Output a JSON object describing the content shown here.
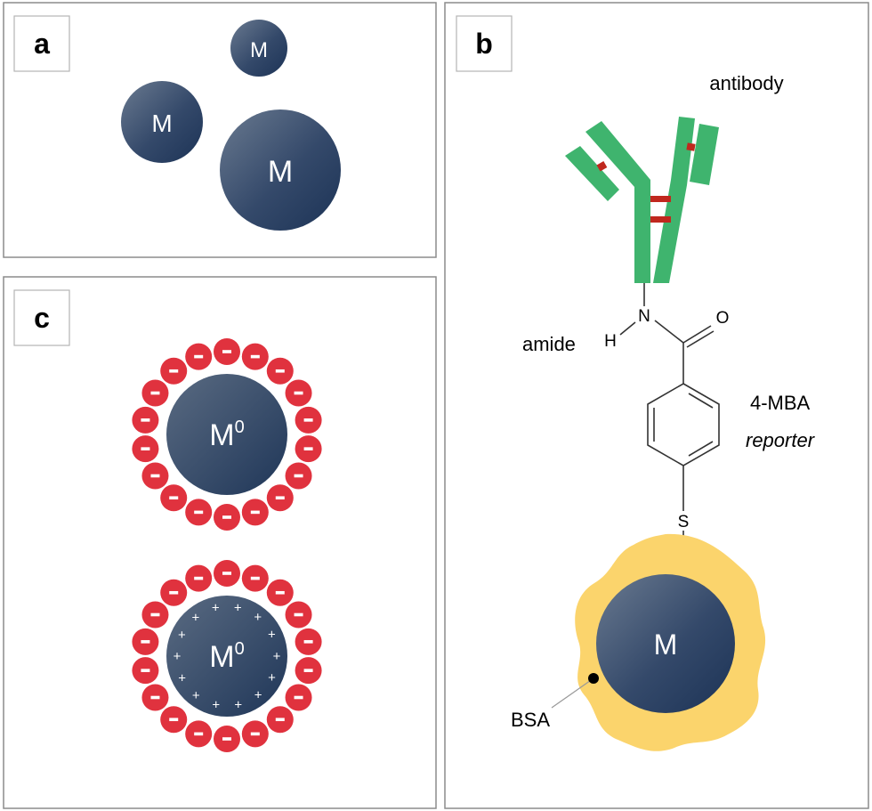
{
  "panels": {
    "a": {
      "letter": "a",
      "particles": [
        {
          "label": "M"
        },
        {
          "label": "M"
        },
        {
          "label": "M"
        }
      ]
    },
    "b": {
      "letter": "b",
      "antibody_label": "antibody",
      "amide_label": "amide",
      "atom_n": "N",
      "atom_h": "H",
      "atom_o": "O",
      "atom_s": "S",
      "reporter_name": "4-MBA",
      "reporter_label": "reporter",
      "particle_label": "M",
      "bsa_label": "BSA"
    },
    "c": {
      "letter": "c",
      "particle_top": {
        "base": "M",
        "superscript": "0"
      },
      "particle_bottom": {
        "base": "M",
        "superscript": "0"
      },
      "negative_sign": "-",
      "positive_sign": "+"
    }
  },
  "colors": {
    "particle_dark": "#233a5a",
    "particle_light": "#5d6e85",
    "antibody_green": "#3fb46e",
    "disulfide_red": "#c0281e",
    "charge_red": "#e0323e",
    "bsa_yellow": "#fbd46c",
    "frame_gray": "#8c8c8c"
  },
  "icons": {
    "negative_charge": "minus-circle-icon",
    "positive_charge": "plus-icon"
  }
}
